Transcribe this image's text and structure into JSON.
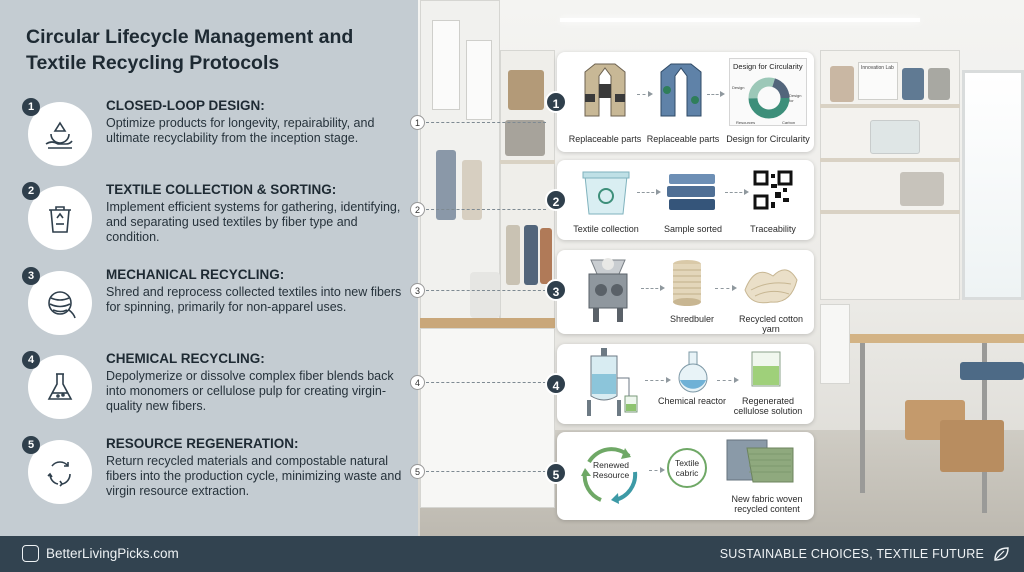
{
  "title": "Circular Lifecycle Management and Textile Recycling Protocols",
  "steps": [
    {
      "num": "1",
      "title": "CLOSED-LOOP DESIGN:",
      "desc": "Optimize products for longevity, repairability, and ultimate recyclability from the inception stage.",
      "icon": "recycle-hands-icon"
    },
    {
      "num": "2",
      "title": "TEXTILE COLLECTION & SORTING:",
      "desc": "Implement efficient systems for gathering, identifying, and separating used textiles by fiber type and condition.",
      "icon": "recycle-bin-icon"
    },
    {
      "num": "3",
      "title": "MECHANICAL RECYCLING:",
      "desc": "Shred and reprocess collected textiles into new fibers for spinning, primarily for non-apparel uses.",
      "icon": "yarn-ball-icon"
    },
    {
      "num": "4",
      "title": "CHEMICAL RECYCLING:",
      "desc": "Depolymerize or dissolve complex fiber blends back into monomers or cellulose pulp for creating virgin-quality new fibers.",
      "icon": "flask-icon"
    },
    {
      "num": "5",
      "title": "RESOURCE REGENERATION:",
      "desc": "Return recycled materials and compostable natural fibers into the production cycle, minimizing waste and virgin resource extraction.",
      "icon": "cycle-arrows-icon"
    }
  ],
  "cards": [
    {
      "num": "1",
      "labels": [
        "Replaceable parts",
        "Replaceable parts",
        "Design for Circularity"
      ],
      "chart_title": "Design for Circularity",
      "chart_labels": [
        "Design",
        "Design for",
        "Resources",
        "Carbon"
      ]
    },
    {
      "num": "2",
      "labels": [
        "Textile collection",
        "Sample sorted",
        "Traceability"
      ]
    },
    {
      "num": "3",
      "labels": [
        "Shredbuler",
        "Recycled cotton yarn"
      ]
    },
    {
      "num": "4",
      "labels": [
        "Chemical reactor",
        "Regenerated cellulose solution"
      ]
    },
    {
      "num": "5",
      "labels": [
        "Renewed Resource",
        "Textile cabric",
        "New fabric woven recycled content"
      ]
    }
  ],
  "background_sign": "Innovation Lab",
  "footer": {
    "brand": "BetterLivingPicks.com",
    "tagline": "SUSTAINABLE CHOICES, TEXTILE FUTURE"
  },
  "colors": {
    "panel": "#c4ccd2",
    "dark": "#324350",
    "accent_green": "#6fa866",
    "teal": "#3d9aa6"
  }
}
